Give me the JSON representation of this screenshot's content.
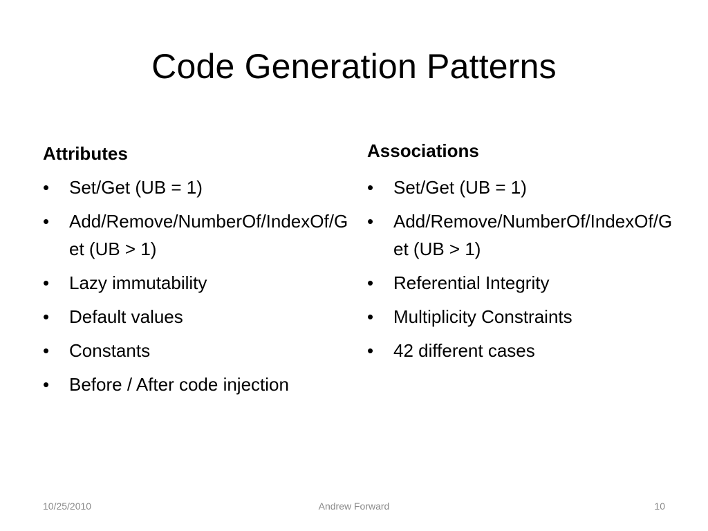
{
  "slide": {
    "title": "Code Generation Patterns",
    "left": {
      "heading": "Attributes",
      "items": [
        "Set/Get (UB = 1)",
        "Add/Remove/NumberOf/IndexOf/Get (UB > 1)",
        "Lazy immutability",
        "Default values",
        "Constants",
        "Before / After code injection"
      ]
    },
    "right": {
      "heading": "Associations",
      "items": [
        "Set/Get (UB = 1)",
        "Add/Remove/NumberOf/IndexOf/Get (UB > 1)",
        "Referential Integrity",
        "Multiplicity Constraints",
        "42 different cases"
      ]
    },
    "footer": {
      "date": "10/25/2010",
      "author": "Andrew Forward",
      "page": "10"
    },
    "bullet_glyph": "•"
  }
}
